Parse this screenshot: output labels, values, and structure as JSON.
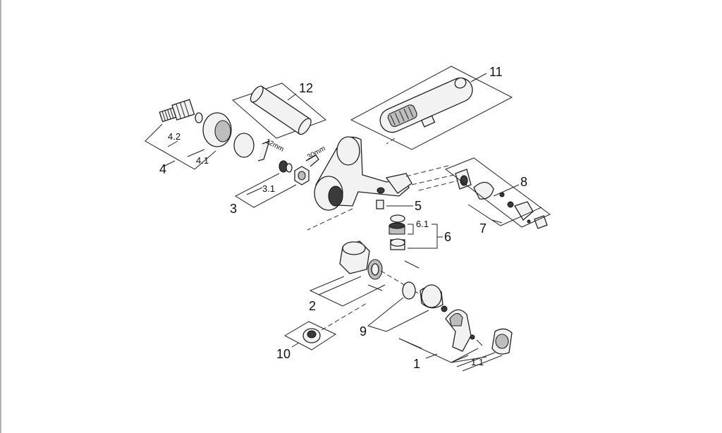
{
  "labels": {
    "p1": "1",
    "p1_1": "1.1",
    "p2": "2",
    "p3": "3",
    "p3_1": "3.1",
    "p4": "4",
    "p4_1": "4.1",
    "p4_2": "4.2",
    "p5": "5",
    "p6": "6",
    "p6_1": "6.1",
    "p7": "7",
    "p8": "8",
    "p9": "9",
    "p10": "10",
    "p11": "11",
    "p12": "12",
    "dim_12mm": "12mm",
    "dim_30mm": "30mm"
  }
}
